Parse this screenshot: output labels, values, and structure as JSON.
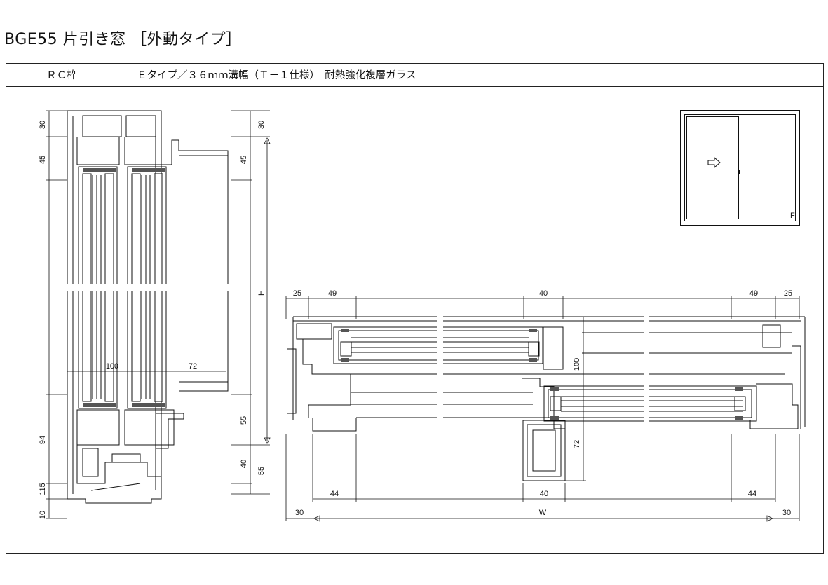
{
  "title": "BGE55 片引き窓 ［外動タイプ］",
  "header": {
    "frame_type": "ＲＣ枠",
    "spec": "Ｅタイプ／３６ｍｍ溝幅（Ｔ－１仕様）　耐熱強化複層ガラス"
  },
  "vertical_section": {
    "left_dims": [
      "30",
      "45",
      "94",
      "115",
      "10"
    ],
    "right_dims": [
      "30",
      "45",
      "H",
      "55",
      "40",
      "55"
    ],
    "horizontal_dims": [
      "100",
      "72"
    ]
  },
  "horizontal_section": {
    "top_dims": [
      "25",
      "49",
      "40",
      "49",
      "25"
    ],
    "vertical_dims": [
      "100",
      "72"
    ],
    "bottom_dims": [
      "44",
      "40",
      "44"
    ],
    "overall_dims": [
      "30",
      "W",
      "30"
    ]
  },
  "elevation": {
    "arrow_icon": "open-direction-arrow-icon",
    "label": "F"
  }
}
